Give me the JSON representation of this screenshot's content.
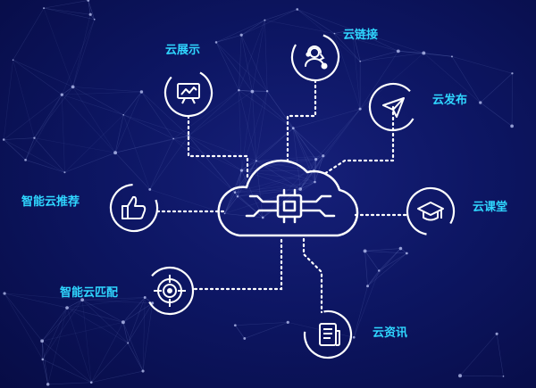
{
  "hub": {
    "icon": "cloud-chip-icon"
  },
  "services": [
    {
      "id": "display",
      "label": "云展示",
      "icon": "monitor-chart-icon"
    },
    {
      "id": "link",
      "label": "云链接",
      "icon": "support-agent-icon"
    },
    {
      "id": "publish",
      "label": "云发布",
      "icon": "paper-plane-icon"
    },
    {
      "id": "recommend",
      "label": "智能云推荐",
      "icon": "thumbs-up-icon"
    },
    {
      "id": "class",
      "label": "云课堂",
      "icon": "graduation-cap-icon"
    },
    {
      "id": "match",
      "label": "智能云匹配",
      "icon": "target-icon"
    },
    {
      "id": "news",
      "label": "云资讯",
      "icon": "document-icon"
    }
  ],
  "colors": {
    "background": "#0b1258",
    "accent_label": "#2fd6ff",
    "line": "#ffffff"
  }
}
